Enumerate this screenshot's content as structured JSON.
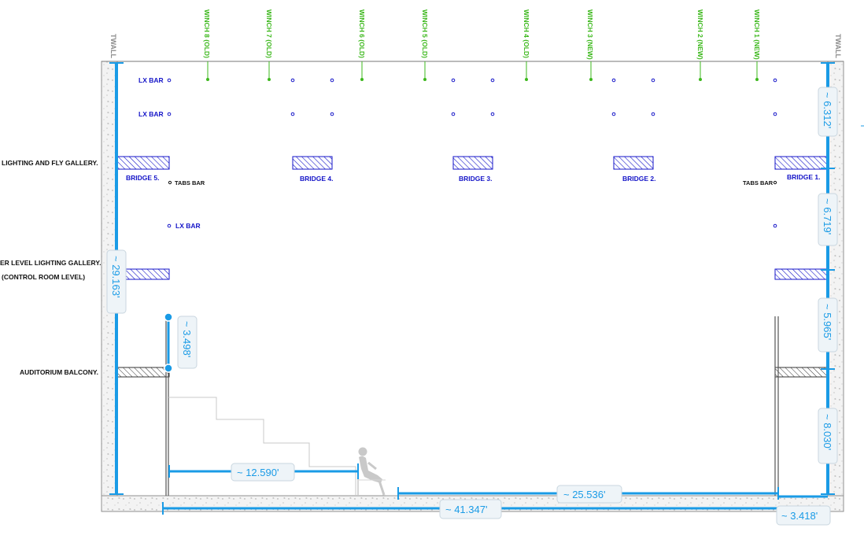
{
  "colors": {
    "accent": "#1a9be6",
    "winch": "#3cb81c",
    "plan": "#1414c8",
    "wall_fill": "#f1f1f1",
    "wall_stroke": "#8f8f8f",
    "ink": "#111111"
  },
  "walls": {
    "left": "TWALL",
    "right": "TWALL"
  },
  "winches": [
    {
      "label": "WINCH 8 (OLD)"
    },
    {
      "label": "WINCH 7 (OLD)"
    },
    {
      "label": "WINCH 6 (OLD)"
    },
    {
      "label": "WINCH 5 (OLD)"
    },
    {
      "label": "WINCH 4 (OLD)"
    },
    {
      "label": "WINCH 3 (NEW)"
    },
    {
      "label": "WINCH 2 (NEW)"
    },
    {
      "label": "WINCH 1 (NEW)"
    }
  ],
  "levels": {
    "fly_gallery": "LIGHTING AND FLY GALLERY.",
    "lower_gallery": "ER LEVEL LIGHTING GALLERY.",
    "control_room": "(CONTROL ROOM LEVEL)",
    "balcony": "AUDITORIUM BALCONY."
  },
  "bars": {
    "lx_bar_1": "LX BAR",
    "lx_bar_2": "LX BAR",
    "lx_bar_3": "LX BAR",
    "tabs_left": "TABS BAR",
    "tabs_right": "TABS BAR"
  },
  "bridges": [
    {
      "label": "BRIDGE 5."
    },
    {
      "label": "BRIDGE 4."
    },
    {
      "label": "BRIDGE 3."
    },
    {
      "label": "BRIDGE 2."
    },
    {
      "label": "BRIDGE 1."
    }
  ],
  "dimensions": {
    "total_height": "~ 29.163'",
    "right_top": "~ 6.312'",
    "right_2": "~ 6.719'",
    "right_3": "~ 5.965'",
    "right_4": "~ 8.030'",
    "balcony_rail": "~ 3.498'",
    "seating_depth": "~ 12.590'",
    "stage_width": "~ 25.536'",
    "overall_width": "~ 41.347'",
    "right_offset": "~ 3.418'"
  }
}
